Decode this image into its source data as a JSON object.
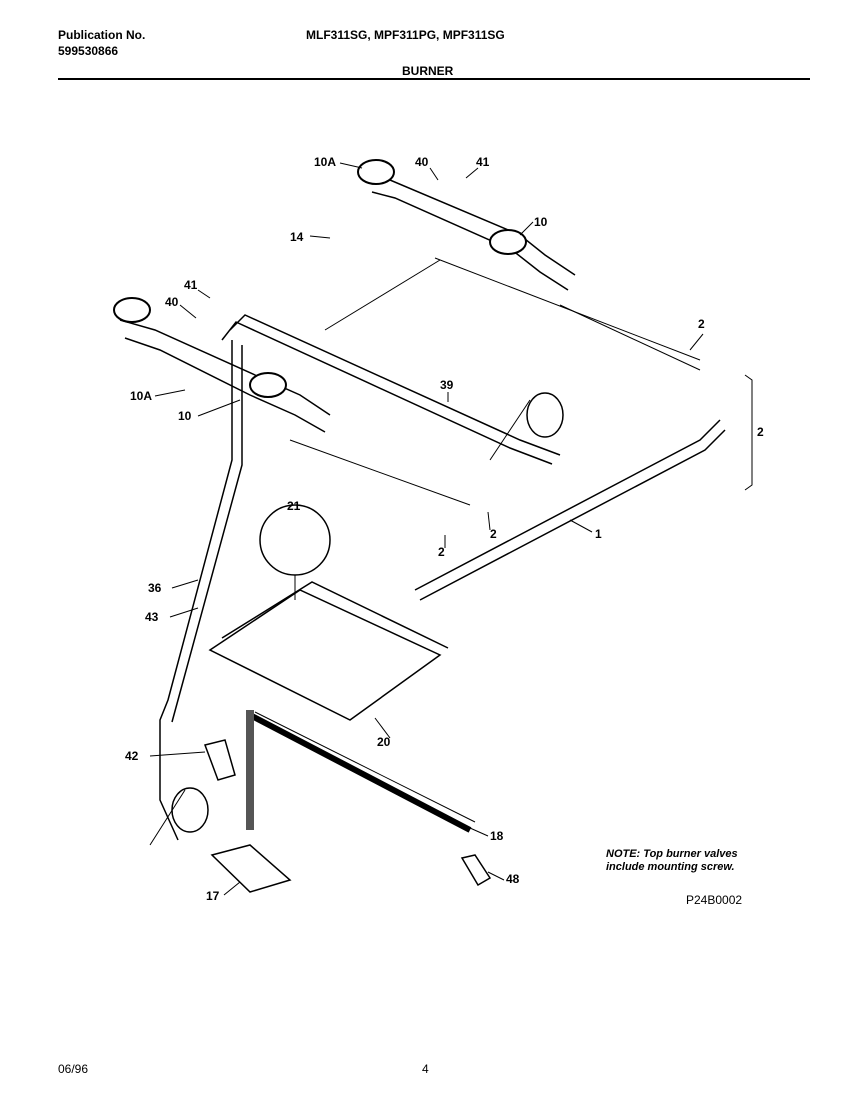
{
  "header": {
    "publication_label": "Publication No.",
    "publication_number": "599530866",
    "models": "MLF311SG, MPF311PG, MPF311SG",
    "section": "BURNER"
  },
  "diagram": {
    "callouts": [
      "10A",
      "40",
      "41",
      "14",
      "10",
      "41",
      "40",
      "2",
      "10A",
      "10",
      "39",
      "2",
      "21",
      "1",
      "2",
      "2",
      "36",
      "43",
      "42",
      "20",
      "18",
      "17",
      "48"
    ],
    "note": "NOTE: Top burner valves include mounting screw.",
    "figure_code": "P24B0002"
  },
  "footer": {
    "date": "06/96",
    "page": "4"
  }
}
